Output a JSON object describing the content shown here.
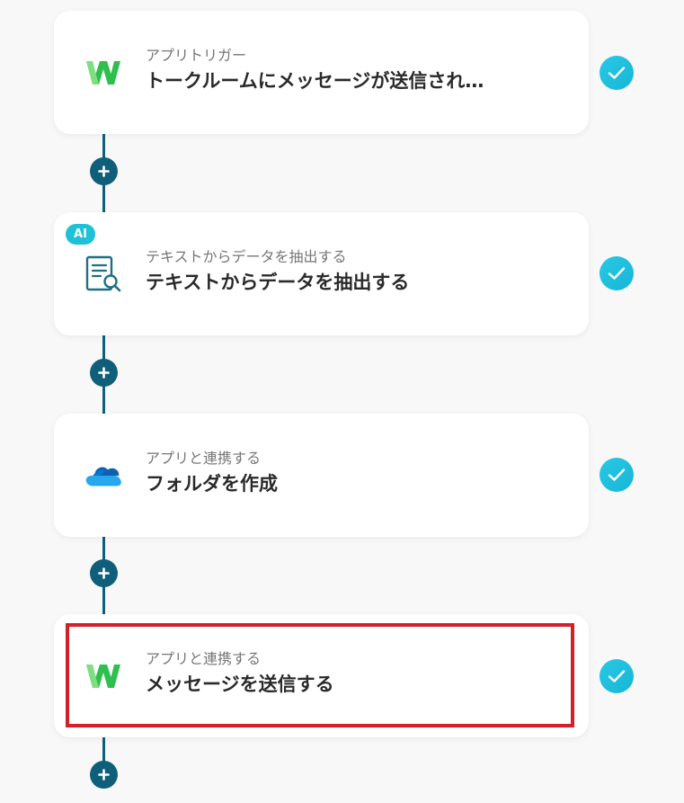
{
  "steps": [
    {
      "subtitle": "アプリトリガー",
      "title": "トークルームにメッセージが送信され…",
      "icon": "chatwork-logo-icon",
      "status": "completed"
    },
    {
      "badge": "AI",
      "subtitle": "テキストからデータを抽出する",
      "title": "テキストからデータを抽出する",
      "icon": "document-search-icon",
      "status": "completed"
    },
    {
      "subtitle": "アプリと連携する",
      "title": "フォルダを作成",
      "icon": "onedrive-cloud-icon",
      "status": "completed"
    },
    {
      "subtitle": "アプリと連携する",
      "title": "メッセージを送信する",
      "icon": "chatwork-logo-icon",
      "status": "completed",
      "highlighted": true
    }
  ],
  "colors": {
    "connector": "#0f5f7a",
    "check": "#1ec1d6",
    "highlight": "#d61f26",
    "ai_badge": "#1ec1d6"
  }
}
